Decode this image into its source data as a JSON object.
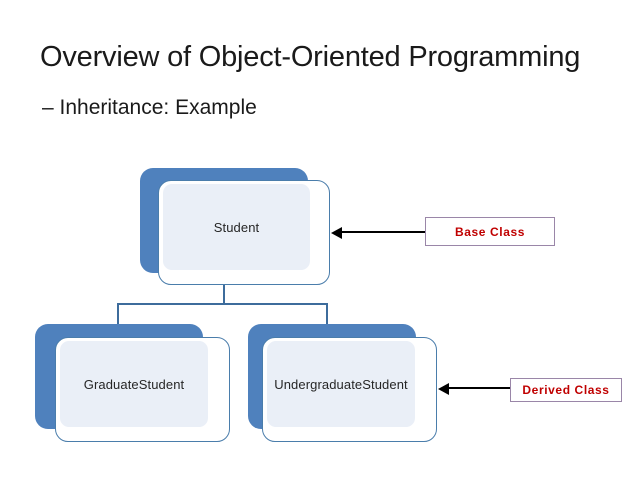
{
  "slide": {
    "title": "Overview of Object-Oriented Programming",
    "subtitle": "– Inheritance: Example"
  },
  "diagram": {
    "type": "inheritance-class-diagram",
    "nodes": [
      {
        "id": "student",
        "label": "Student",
        "role": "base"
      },
      {
        "id": "graduate-student",
        "label": "GraduateStudent",
        "role": "derived"
      },
      {
        "id": "undergraduate-student",
        "label": "UndergraduateStudent",
        "role": "derived"
      }
    ],
    "edges": [
      {
        "from": "student",
        "to": "graduate-student"
      },
      {
        "from": "student",
        "to": "undergraduate-student"
      }
    ],
    "callouts": [
      {
        "id": "base-class",
        "label": "Base  Class",
        "points_to": "student"
      },
      {
        "id": "derived-class",
        "label": "Derived  Class",
        "points_to": "undergraduate-student"
      }
    ]
  },
  "colors": {
    "node_back": "#4f81bd",
    "node_border": "#4a7dab",
    "node_inner_fill": "#eaeff7",
    "connector": "#3d6c9c",
    "callout_border": "#9a86a8",
    "callout_text": "#c00000",
    "arrow": "#000000",
    "text": "#1a1a1a",
    "background": "#ffffff"
  }
}
